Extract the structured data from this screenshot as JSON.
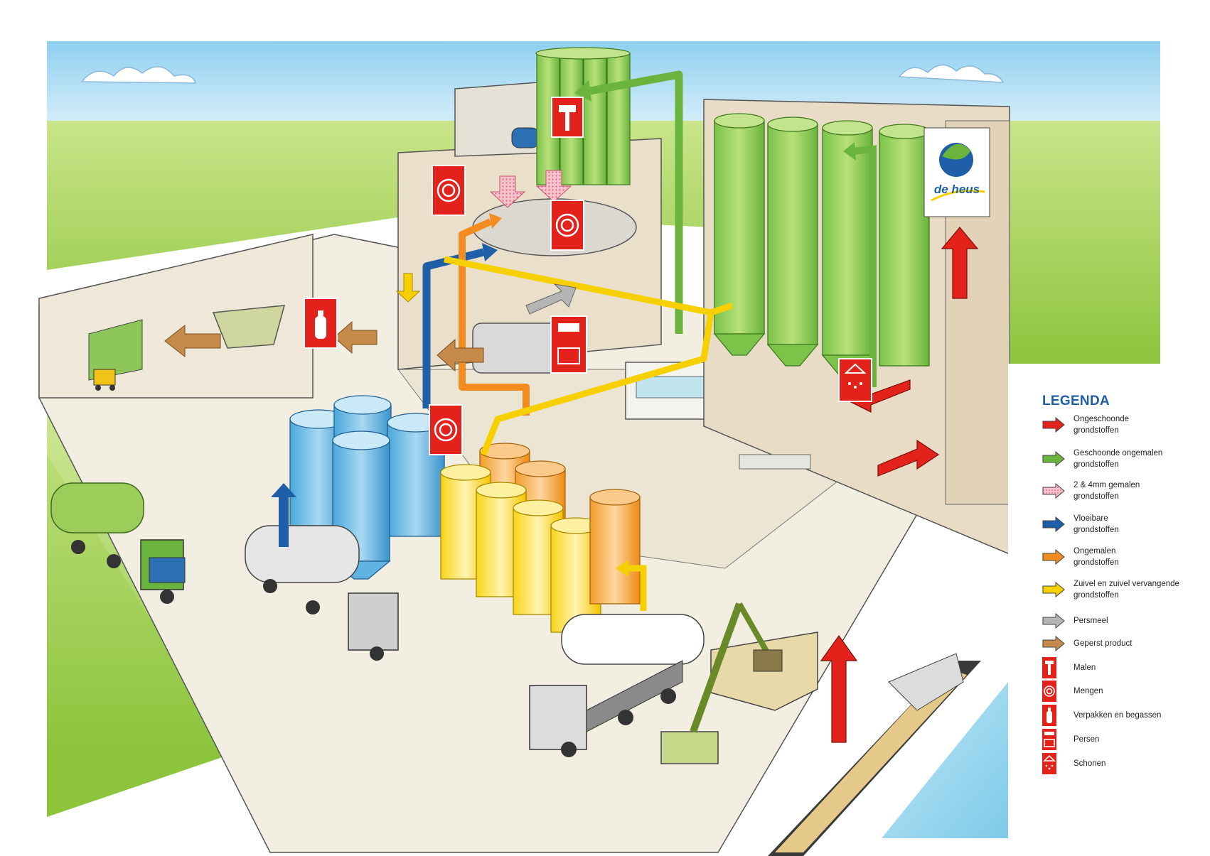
{
  "logo": {
    "text": "de heus"
  },
  "legend": {
    "title": "LEGENDA",
    "flows": [
      {
        "label": "Ongeschoonde\ngrondstoffen",
        "color": "#e3231b",
        "pattern": "solid"
      },
      {
        "label": "Geschoonde ongemalen\ngrondstoffen",
        "color": "#6ab33c",
        "pattern": "solid"
      },
      {
        "label": "2 & 4mm gemalen\ngrondstoffen",
        "color": "#f2a3b3",
        "pattern": "dotted"
      },
      {
        "label": "Vloeibare\ngrondstoffen",
        "color": "#1f5fa8",
        "pattern": "solid"
      },
      {
        "label": "Ongemalen\ngrondstoffen",
        "color": "#f28c1e",
        "pattern": "solid"
      },
      {
        "label": "Zuivel en zuivel vervangende\ngrondstoffen",
        "color": "#f7d000",
        "pattern": "solid"
      },
      {
        "label": "Persmeel",
        "color": "#b5b5b5",
        "pattern": "solid"
      },
      {
        "label": "Geperst product",
        "color": "#c68a4a",
        "pattern": "solid"
      }
    ],
    "processes": [
      {
        "label": "Malen",
        "icon": "hammer-icon"
      },
      {
        "label": "Mengen",
        "icon": "spiral-icon"
      },
      {
        "label": "Verpakken en begassen",
        "icon": "gas-cylinder-icon"
      },
      {
        "label": "Persen",
        "icon": "press-icon"
      },
      {
        "label": "Schonen",
        "icon": "cleaning-sieve-icon"
      }
    ]
  }
}
